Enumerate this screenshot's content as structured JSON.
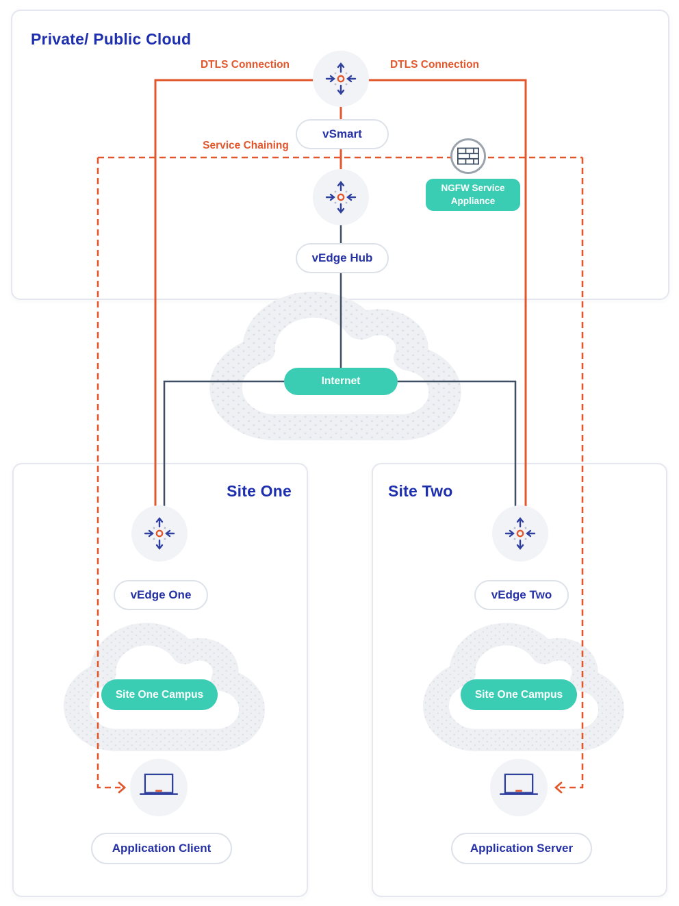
{
  "colors": {
    "heading_blue": "#1e2fae",
    "pill_text_blue": "#2531a5",
    "accent_orange": "#e2562b",
    "accent_teal": "#3acdb3",
    "slate_line": "#3e4f63",
    "panel_border": "#e4e7ee",
    "node_circle_bg": "#f1f3f7",
    "cloud_gray": "#eef0f3",
    "cloud_dot_gray": "#dcdee5",
    "firewall_ring_gray": "#9aa2ab"
  },
  "cloud_panel": {
    "title": "Private/ Public Cloud",
    "dtls_left_label": "DTLS Connection",
    "dtls_right_label": "DTLS Connection",
    "service_chaining_label": "Service Chaining",
    "vsmart_label": "vSmart",
    "vedge_hub_label": "vEdge Hub",
    "ngfw_label": "NGFW Service Appliance"
  },
  "internet": {
    "label": "Internet"
  },
  "site_one": {
    "title": "Site One",
    "vedge_label": "vEdge One",
    "campus_label": "Site One Campus",
    "endpoint_label": "Application Client"
  },
  "site_two": {
    "title": "Site Two",
    "vedge_label": "vEdge Two",
    "campus_label": "Site One Campus",
    "endpoint_label": "Application Server"
  },
  "icons": {
    "router": "router-arrows-icon",
    "firewall": "firewall-brick-icon",
    "laptop": "laptop-icon",
    "cloud": "cloud-shape"
  }
}
